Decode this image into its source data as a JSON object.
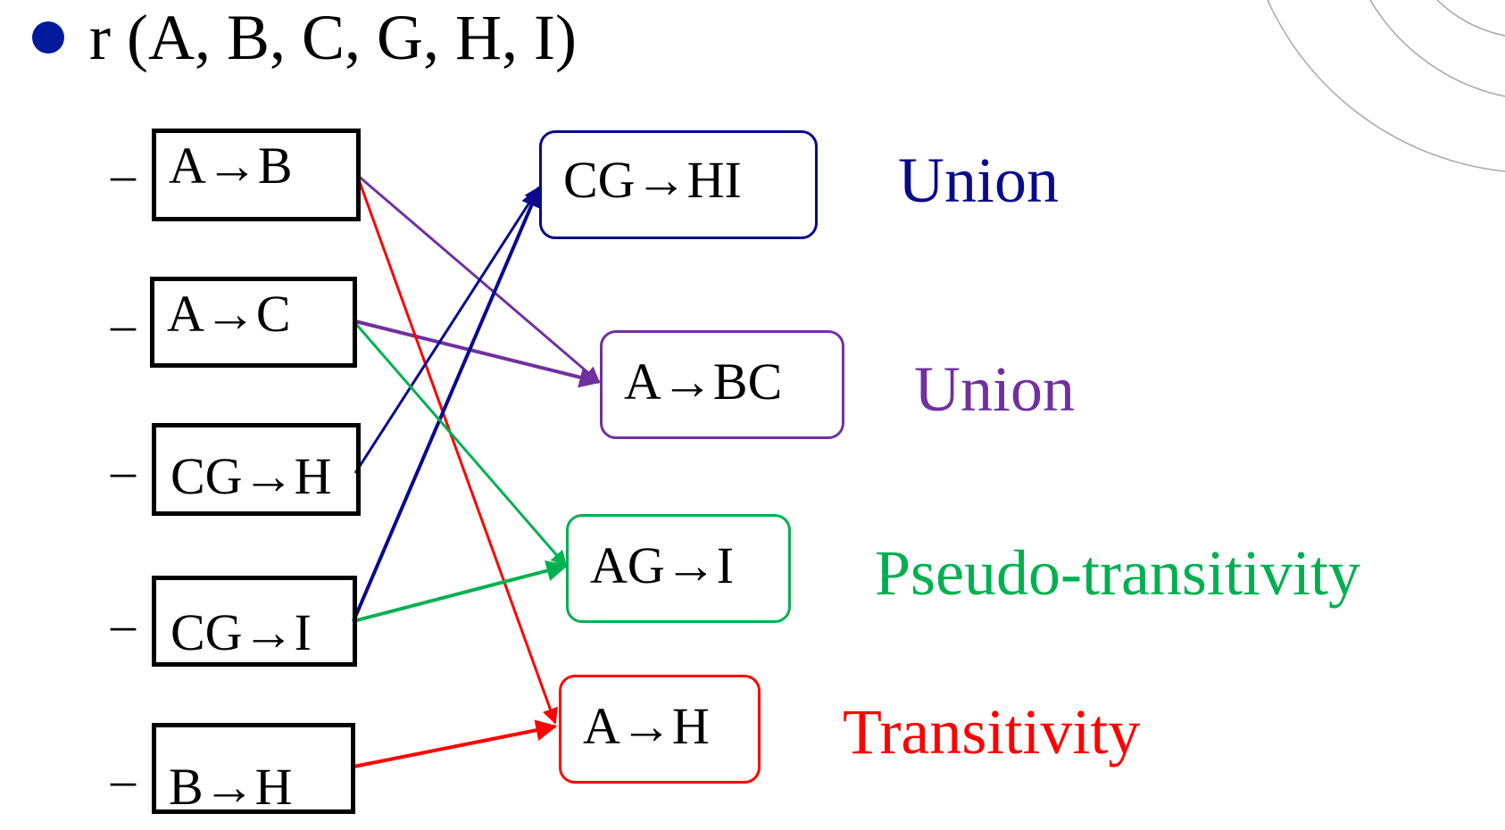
{
  "bullet": {
    "text": "r (A, B, C, G, H, I)"
  },
  "left_fds": [
    {
      "id": "ab",
      "text": "A→B"
    },
    {
      "id": "ac",
      "text": "A→C"
    },
    {
      "id": "cgh",
      "text": "CG→H"
    },
    {
      "id": "cgi",
      "text": "CG→I"
    },
    {
      "id": "bh",
      "text": "B→H"
    }
  ],
  "dash": "–",
  "derived": [
    {
      "id": "cghi",
      "text": "CG→HI",
      "rule": "Union",
      "color": "#0a0a8c"
    },
    {
      "id": "abc",
      "text": "A→BC",
      "rule": "Union",
      "color": "#7030a0"
    },
    {
      "id": "agi",
      "text": "AG→I",
      "rule": "Pseudo-transitivity",
      "color": "#00b050"
    },
    {
      "id": "ah",
      "text": "A→H",
      "rule": "Transitivity",
      "color": "#ff0000"
    }
  ],
  "colors": {
    "bullet": "#001a9c",
    "union_blue": "#0a0a8c",
    "union_purple": "#7030a0",
    "pseudo_green": "#00b050",
    "trans_red": "#ff0000"
  }
}
